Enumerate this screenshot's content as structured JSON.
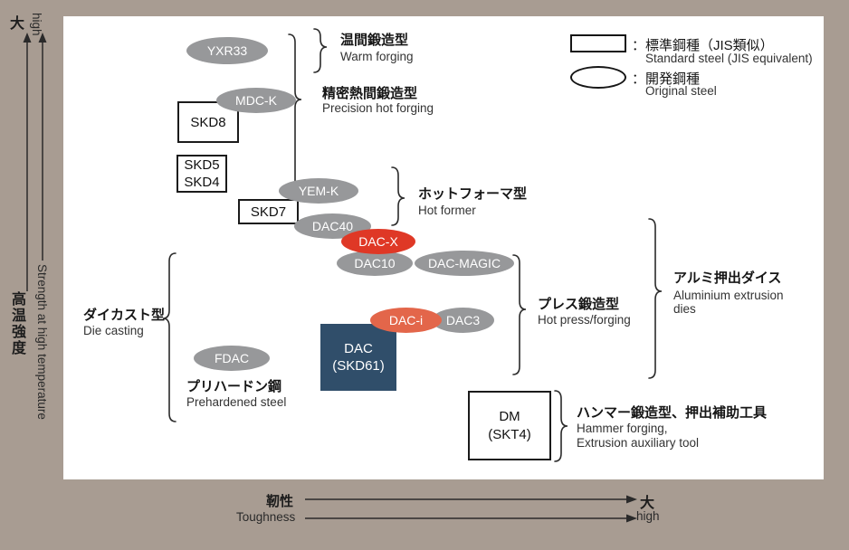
{
  "legend": {
    "standard": {
      "jp": "：標準鋼種（JIS類似）",
      "en": "Standard steel (JIS equivalent)"
    },
    "original": {
      "jp": "：開発鋼種",
      "en": "Original steel"
    }
  },
  "axes": {
    "y": {
      "max_jp": "大",
      "max_en": "high",
      "label_jp": "高温強度",
      "label_en": "Strength at high temperature"
    },
    "x": {
      "max_jp": "大",
      "max_en": "high",
      "label_jp": "靭性",
      "label_en": "Toughness"
    }
  },
  "nodes": {
    "yxr33": "YXR33",
    "mdck": "MDC-K",
    "skd8": "SKD8",
    "skd5": "SKD5",
    "skd4": "SKD4",
    "yemk": "YEM-K",
    "skd7": "SKD7",
    "dac40": "DAC40",
    "dacx": "DAC-X",
    "dac10": "DAC10",
    "dacmagic": "DAC-MAGIC",
    "daci": "DAC-i",
    "dac3": "DAC3",
    "dac": "DAC",
    "dac_sub": "(SKD61)",
    "fdac": "FDAC",
    "dm": "DM",
    "dm_sub": "(SKT4)"
  },
  "groups": {
    "warm_forging": {
      "jp": "温間鍛造型",
      "en": "Warm forging"
    },
    "precision_hot_forging": {
      "jp": "精密熱間鍛造型",
      "en": "Precision hot forging"
    },
    "hot_former": {
      "jp": "ホットフォーマ型",
      "en": "Hot former"
    },
    "hot_press_forging": {
      "jp": "プレス鍛造型",
      "en": "Hot press/forging"
    },
    "aluminium_extrusion": {
      "jp": "アルミ押出ダイス",
      "en_line1": "Aluminium extrusion",
      "en_line2": "dies"
    },
    "die_casting": {
      "jp": "ダイカスト型",
      "en": "Die casting"
    },
    "prehardened_steel": {
      "jp": "プリハードン鋼",
      "en": "Prehardened steel"
    },
    "hammer_forging": {
      "jp": "ハンマー鍛造型、押出補助工具",
      "en_line1": "Hammer forging,",
      "en_line2": "Extrusion auxiliary tool"
    }
  },
  "colors": {
    "background": "#a89c92",
    "panel": "#ffffff",
    "node_gray": "#97989a",
    "node_red": "#df3826",
    "node_salmon": "#e3664a",
    "node_navy": "#304e6a",
    "line": "#2a2a2a"
  }
}
